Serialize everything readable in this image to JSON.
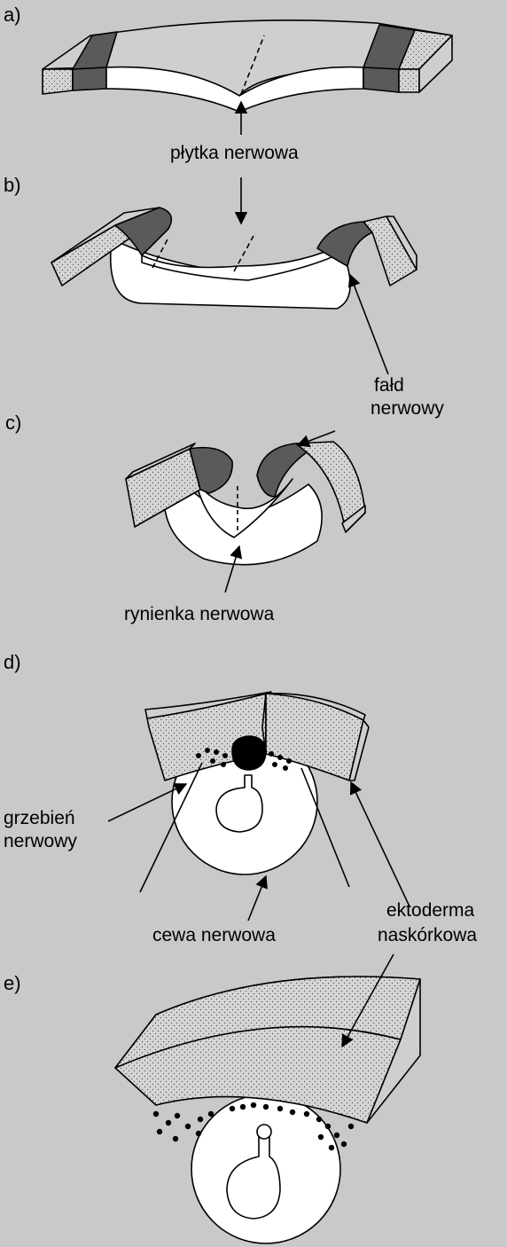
{
  "figure": {
    "panels": [
      "a)",
      "b)",
      "c)",
      "d)",
      "e)"
    ],
    "labels": {
      "neural_plate": "płytka nerwowa",
      "neural_fold_line1": "fałd",
      "neural_fold_line2": "nerwowy",
      "neural_groove": "rynienka nerwowa",
      "neural_crest_line1": "grzebień",
      "neural_crest_line2": "nerwowy",
      "neural_tube": "cewa nerwowa",
      "ectoderm_line1": "ektoderma",
      "ectoderm_line2": "naskórkowa"
    }
  },
  "colors": {
    "background": "#c9c9c9",
    "ectoderm_fill": "#d4d4d4",
    "neural_fold_fill": "#5a5a5a",
    "neural_crest_fill": "#000000",
    "outline": "#000000"
  }
}
